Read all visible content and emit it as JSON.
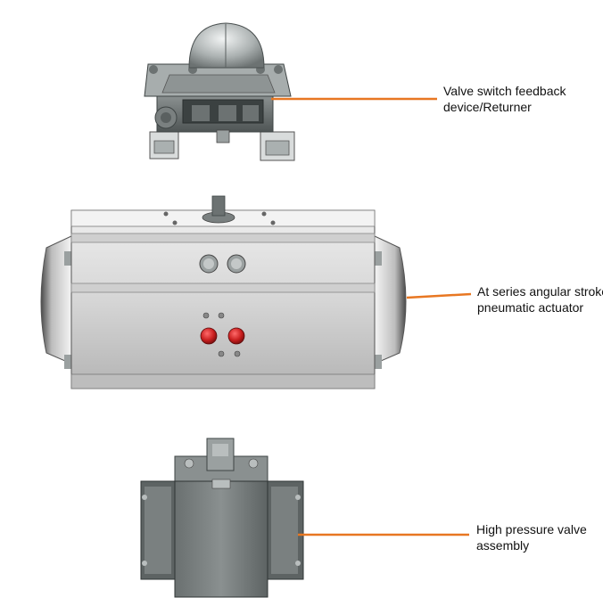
{
  "callouts": {
    "switch_feedback": {
      "line1": "Valve switch feedback",
      "line2": "device/Returner"
    },
    "actuator": {
      "line1": "At series angular stroke",
      "line2": "pneumatic actuator"
    },
    "valve": {
      "line1": "High pressure valve",
      "line2": "assembly"
    }
  },
  "colors": {
    "leader_line": "#e87722",
    "indicator_red": "#c81e1e",
    "metal_light": "#e6e6e6",
    "metal_dark": "#6d7272"
  }
}
